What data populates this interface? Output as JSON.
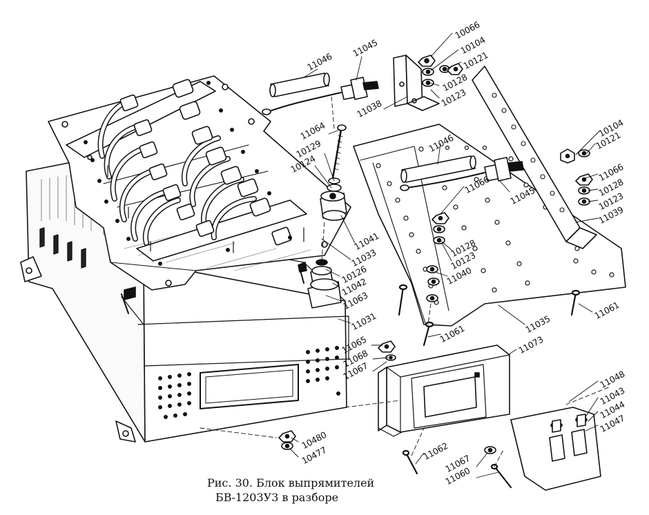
{
  "caption": {
    "line1": "Рис. 30. Блок выпрямителей",
    "line2": "БВ-1203У3 в разборе"
  },
  "labels": [
    {
      "id": "l10066a",
      "text": "10066"
    },
    {
      "id": "l10104a",
      "text": "10104"
    },
    {
      "id": "l10121a",
      "text": "10121"
    },
    {
      "id": "l10128a",
      "text": "10128"
    },
    {
      "id": "l10123a",
      "text": "10123"
    },
    {
      "id": "l11046a",
      "text": "11046"
    },
    {
      "id": "l11045a",
      "text": "11045"
    },
    {
      "id": "l11038",
      "text": "11038"
    },
    {
      "id": "l11064",
      "text": "11064"
    },
    {
      "id": "l10129",
      "text": "10129"
    },
    {
      "id": "l10124",
      "text": "10124"
    },
    {
      "id": "l11046b",
      "text": "11046"
    },
    {
      "id": "l11045b",
      "text": "11045"
    },
    {
      "id": "l11066b",
      "text": "11066"
    },
    {
      "id": "l10104b",
      "text": "10104"
    },
    {
      "id": "l10121b",
      "text": "10121"
    },
    {
      "id": "l11066c",
      "text": "11066"
    },
    {
      "id": "l10128b",
      "text": "10128"
    },
    {
      "id": "l10123b",
      "text": "10123"
    },
    {
      "id": "l11039",
      "text": "11039"
    },
    {
      "id": "l11041",
      "text": "11041"
    },
    {
      "id": "l10128c",
      "text": "10128"
    },
    {
      "id": "l10123c",
      "text": "10123"
    },
    {
      "id": "l11033",
      "text": "11033"
    },
    {
      "id": "l11040",
      "text": "11040"
    },
    {
      "id": "l10126",
      "text": "10126"
    },
    {
      "id": "l11042",
      "text": "11042"
    },
    {
      "id": "l11063",
      "text": "11063"
    },
    {
      "id": "l11061a",
      "text": "11061"
    },
    {
      "id": "l11035",
      "text": "11035"
    },
    {
      "id": "l11031",
      "text": "11031"
    },
    {
      "id": "l11061b",
      "text": "11061"
    },
    {
      "id": "l11065",
      "text": "11065"
    },
    {
      "id": "l11073",
      "text": "11073"
    },
    {
      "id": "l11068",
      "text": "11068"
    },
    {
      "id": "l11067a",
      "text": "11067"
    },
    {
      "id": "l11048",
      "text": "11048"
    },
    {
      "id": "l11043",
      "text": "11043"
    },
    {
      "id": "l11044",
      "text": "11044"
    },
    {
      "id": "l11047",
      "text": "11047"
    },
    {
      "id": "l10480",
      "text": "10480"
    },
    {
      "id": "l10477",
      "text": "10477"
    },
    {
      "id": "l11062",
      "text": "11062"
    },
    {
      "id": "l11067b",
      "text": "11067"
    },
    {
      "id": "l11060",
      "text": "11060"
    }
  ]
}
